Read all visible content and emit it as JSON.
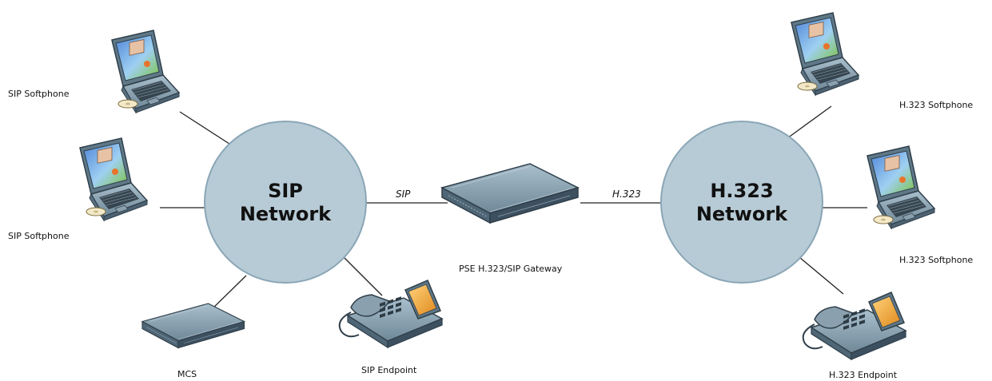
{
  "networks": {
    "sip": {
      "line1": "SIP",
      "line2": "Network"
    },
    "h323": {
      "line1": "H.323",
      "line2": "Network"
    }
  },
  "links": {
    "sip": "SIP",
    "h323": "H.323"
  },
  "devices": {
    "sip_softphone_1": "SIP Softphone",
    "sip_softphone_2": "SIP Softphone",
    "mcs": "MCS",
    "sip_endpoint": "SIP Endpoint",
    "gateway": "PSE H.323/SIP Gateway",
    "h323_softphone_1": "H.323 Softphone",
    "h323_softphone_2": "H.323 Softphone",
    "h323_endpoint": "H.323 Endpoint"
  },
  "colors": {
    "network_fill": "#b7cbd6",
    "network_stroke": "#8aa6b6",
    "device_body": "#7f98a8",
    "device_dark": "#3d4f5c",
    "screen_green": "#7bc23f",
    "screen_blue": "#5b8fd6",
    "phone_screen": "#f0a53c",
    "link": "#222222"
  }
}
